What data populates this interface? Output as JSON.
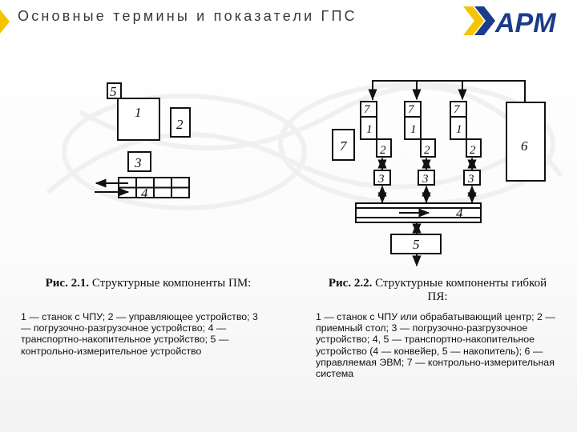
{
  "header": {
    "title": "Основные термины и показатели ГПС",
    "logo_text": "АРМ",
    "accent_color": "#f5c400",
    "logo_color": "#1c3b8c"
  },
  "figure1": {
    "labels": {
      "b1": "1",
      "b2": "2",
      "b3": "3",
      "b4": "4",
      "b5": "5"
    },
    "caption_prefix": "Рис. 2.1.",
    "caption_title": "Структурные компоненты ПМ:",
    "caption_text": "1 — станок с ЧПУ; 2 — управляющее устройство; 3 — погрузочно-разгрузочное устройство; 4 — транспортно-накопительное устройство; 5 — контрольно-измерительное устройство"
  },
  "figure2": {
    "labels": {
      "m7a": "7",
      "m1a": "1",
      "m2a": "2",
      "m3a": "3",
      "m7b": "7",
      "m1b": "1",
      "m2b": "2",
      "m3b": "3",
      "m7c": "7",
      "m1c": "1",
      "m2c": "2",
      "m3c": "3",
      "b7": "7",
      "b6": "6",
      "b4": "4",
      "b5": "5"
    },
    "caption_prefix": "Рис. 2.2.",
    "caption_title": "Структурные компоненты гибкой ПЯ:",
    "caption_text": "1 — станок с ЧПУ или обрабатывающий центр; 2 — приемный стол; 3 — погрузочно-разгрузочное устройство; 4, 5 — транспортно-накопительное устройство (4 — конвейер, 5 — накопитель); 6 — управляемая ЭВМ; 7 — контрольно-измерительная система"
  }
}
